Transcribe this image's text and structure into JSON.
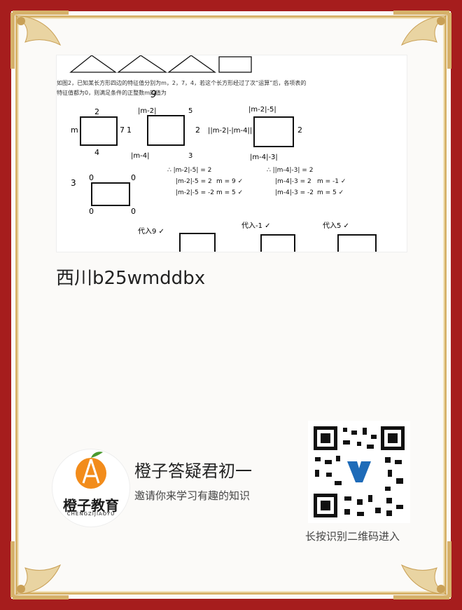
{
  "worksheet": {
    "question_line1": "如图2，已知某长方形四边的特征值分别为m，2，7，4，若这个长方形经过了次“运算”后，各项表的",
    "question_line2": "特征值都为0，则满足条件的正整数m的值为",
    "answer_note": "9",
    "labels": {
      "rect1_top": "2",
      "rect1_left": "m",
      "rect1_right": "7",
      "rect1_bottom": "4",
      "rect2_top": "|m-2|",
      "rect2_left": "|m-4|",
      "rect2_right": "5",
      "rect2_bottom": "3",
      "rect3_top": "|m-2|-5|",
      "rect3_left": "||m-2|-|m-4||",
      "rect3_right": "2",
      "rect3_bottom": "|m-4|-3|",
      "step1": "1",
      "step2": "2",
      "step3": "3",
      "rect4_left_top": "0",
      "rect4_right_top": "0",
      "rect4_left_bottom": "0",
      "rect4_right_bottom": "0",
      "eq1": "∴ |m-2|-5| = 2",
      "eq2": "|m-2|-5 = 2",
      "eq2_res": "m = 9 ✓",
      "eq3": "|m-2|-5 = -2",
      "eq3_res": "m = 5 ✓",
      "eq4": "∴ ||m-4|-3| = 2",
      "eq5": "|m-4|-3 = 2",
      "eq5_res": "m = -1 ✓",
      "eq6": "|m-4|-3 = -2",
      "eq6_res": "m = 5 ✓",
      "sub1": "代入9 ✓",
      "sub2": "代入-1 ✓",
      "sub3": "代入5 ✓"
    }
  },
  "caption": "西川b25wmddbx",
  "brand": {
    "logo_name": "橙子教育",
    "logo_sub": "CHENGZIJIAOYU"
  },
  "account": "橙子答疑君初一",
  "slogan": "邀请你来学习有趣的知识",
  "qr_caption": "长按识别二维码进入"
}
